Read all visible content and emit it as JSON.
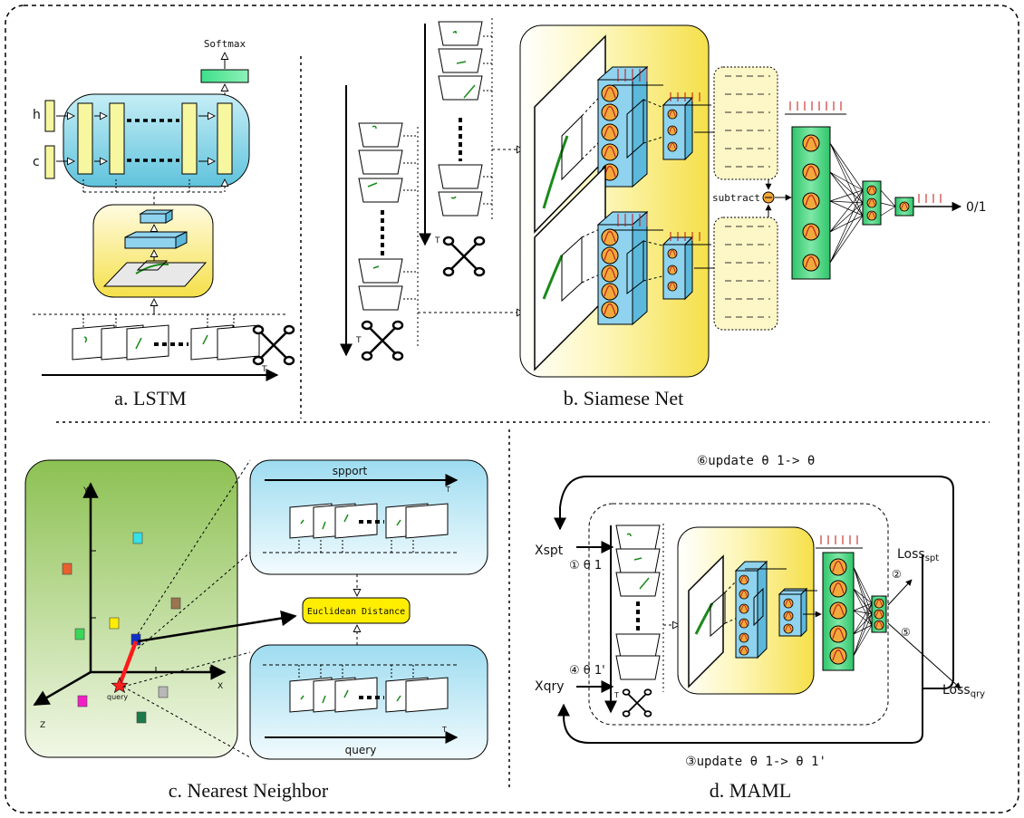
{
  "panels": {
    "lstm": {
      "caption": "a. LSTM",
      "softmax_label": "Softmax",
      "h_label": "h",
      "c_label": "c",
      "t_label": "T"
    },
    "siamese": {
      "caption": "b. Siamese Net",
      "subtract_label": "subtract",
      "output_label": "0/1",
      "t_label": "T"
    },
    "nearest_neighbor": {
      "caption": "c. Nearest Neighbor",
      "axis_y": "Y",
      "axis_x": "X",
      "axis_z": "Z",
      "query_point_label": "query",
      "support_label": "spport",
      "query_label": "query",
      "distance_label": "Euclidean Distance",
      "t_label": "T"
    },
    "maml": {
      "caption": "d. MAML",
      "update_top": "⑥update θ 1-> θ",
      "update_bottom": "③update θ 1-> θ 1'",
      "xspt": "Xspt",
      "xqry": "Xqry",
      "theta1": "① θ 1",
      "theta1p": "④ θ 1'",
      "loss_spt": "Loss",
      "loss_spt_sub": "spt",
      "loss_qry": "Loss",
      "loss_qry_sub": "qry",
      "step2": "②",
      "step5": "⑤",
      "t_label": "T"
    }
  },
  "colors": {
    "lstm_cell": "#f7f7a0",
    "tensor_blue": "#8fd3ef",
    "neuron_orange": "#f2a93b",
    "dense_green": "#3fd07a",
    "softmax_green": "#3ee08a",
    "support_panel": "#d6f0f7",
    "nn_plot_green": "#9fcf62",
    "siamese_yellow": "#f7e85a",
    "distance_box": "#ffee00",
    "query_line_red": "#ff1a1a",
    "query_star": "#ff2020"
  },
  "icons": [
    "scissors-icon",
    "star-icon"
  ],
  "scatter_points": [
    {
      "color": "#36e0e8"
    },
    {
      "color": "#e8602e"
    },
    {
      "color": "#9a7550"
    },
    {
      "color": "#ffee00"
    },
    {
      "color": "#3ad65a"
    },
    {
      "color": "#1030c8"
    },
    {
      "color": "#f21fc6"
    },
    {
      "color": "#b8b8b8"
    },
    {
      "color": "#1b7a48"
    }
  ]
}
